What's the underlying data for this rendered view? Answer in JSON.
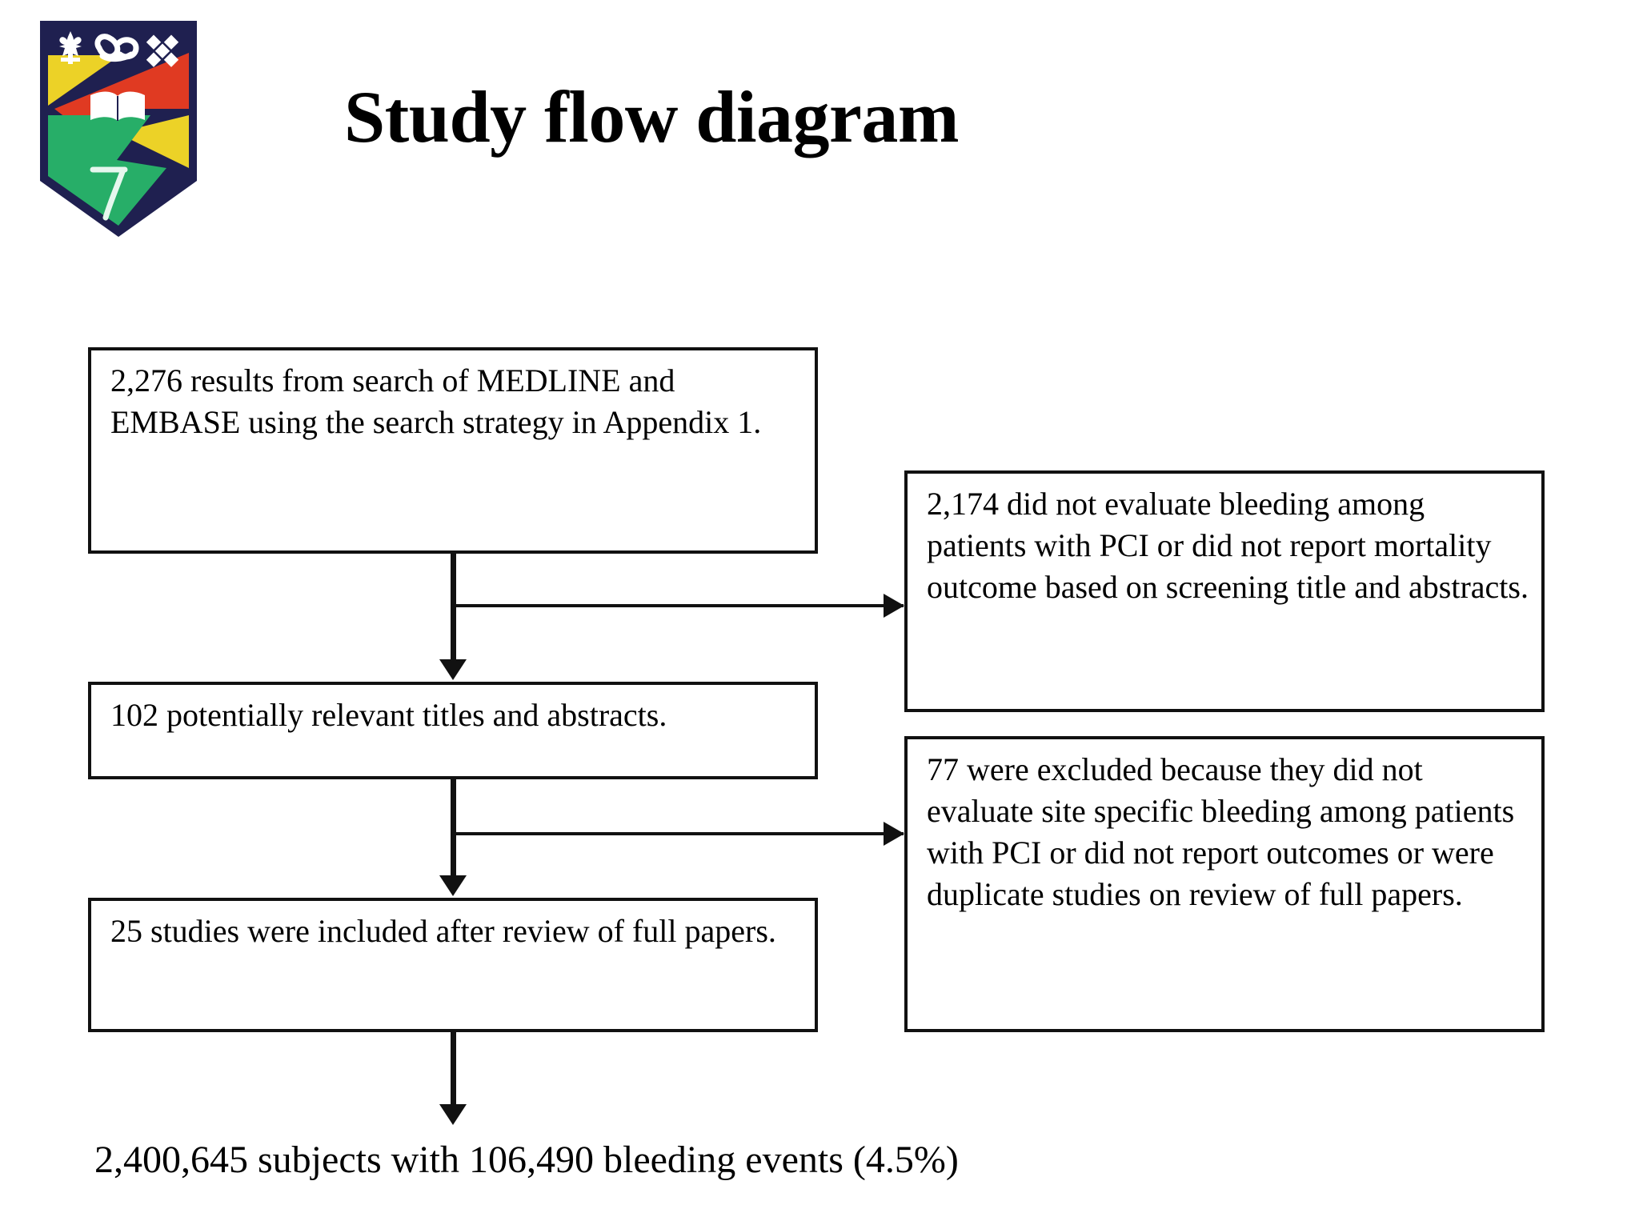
{
  "title": "Study flow diagram",
  "logo": {
    "name": "university-crest",
    "colors": {
      "navy": "#1f2050",
      "yellow": "#ecd227",
      "red": "#e03a22",
      "green": "#27ae68",
      "white": "#ffffff"
    },
    "emblems": [
      "fleur-de-lis",
      "knot",
      "interlaced-cross"
    ],
    "book_glyph": "open-book",
    "numeral": "7"
  },
  "flow": {
    "boxes": [
      {
        "id": "box-search",
        "name": "search-results-box",
        "text": "2,276 results from search of MEDLINE and EMBASE using the search strategy in Appendix 1."
      },
      {
        "id": "box-titles",
        "name": "potentially-relevant-box",
        "text": "102 potentially relevant titles and abstracts."
      },
      {
        "id": "box-included",
        "name": "included-studies-box",
        "text": "25 studies were included after review of full papers."
      },
      {
        "id": "box-excluded-1",
        "name": "excluded-screening-box",
        "text": "2,174 did not evaluate bleeding among patients with PCI or did not report mortality outcome based on screening title and abstracts."
      },
      {
        "id": "box-excluded-2",
        "name": "excluded-fullpaper-box",
        "text": "77 were excluded because they did not evaluate site specific bleeding among patients with PCI or did not report outcomes or were duplicate studies on review of full papers."
      }
    ],
    "summary": "2,400,645 subjects with 106,490 bleeding events (4.5%)"
  },
  "chart_data": {
    "type": "diagram",
    "title": "Study flow diagram",
    "nodes": [
      {
        "id": "n1",
        "label": "2,276 results from search of MEDLINE and EMBASE using the search strategy in Appendix 1.",
        "count": 2276,
        "stage": "identification"
      },
      {
        "id": "n2",
        "label": "102 potentially relevant titles and abstracts.",
        "count": 102,
        "stage": "screening"
      },
      {
        "id": "n3",
        "label": "25 studies were included after review of full papers.",
        "count": 25,
        "stage": "included"
      },
      {
        "id": "x1",
        "label": "2,174 did not evaluate bleeding among patients with PCI or did not report mortality outcome based on screening title and abstracts.",
        "count": 2174,
        "stage": "excluded"
      },
      {
        "id": "x2",
        "label": "77 were excluded because they did not evaluate site specific bleeding among patients with PCI or did not report outcomes or were duplicate studies on review of full papers.",
        "count": 77,
        "stage": "excluded"
      }
    ],
    "edges": [
      {
        "from": "n1",
        "to": "n2",
        "direction": "down"
      },
      {
        "from": "n1",
        "to": "x1",
        "direction": "right"
      },
      {
        "from": "n2",
        "to": "n3",
        "direction": "down"
      },
      {
        "from": "n2",
        "to": "x2",
        "direction": "right"
      },
      {
        "from": "n3",
        "to": "summary",
        "direction": "down"
      }
    ],
    "summary": {
      "subjects": 2400645,
      "bleeding_events": 106490,
      "bleeding_rate_pct": 4.5
    }
  }
}
